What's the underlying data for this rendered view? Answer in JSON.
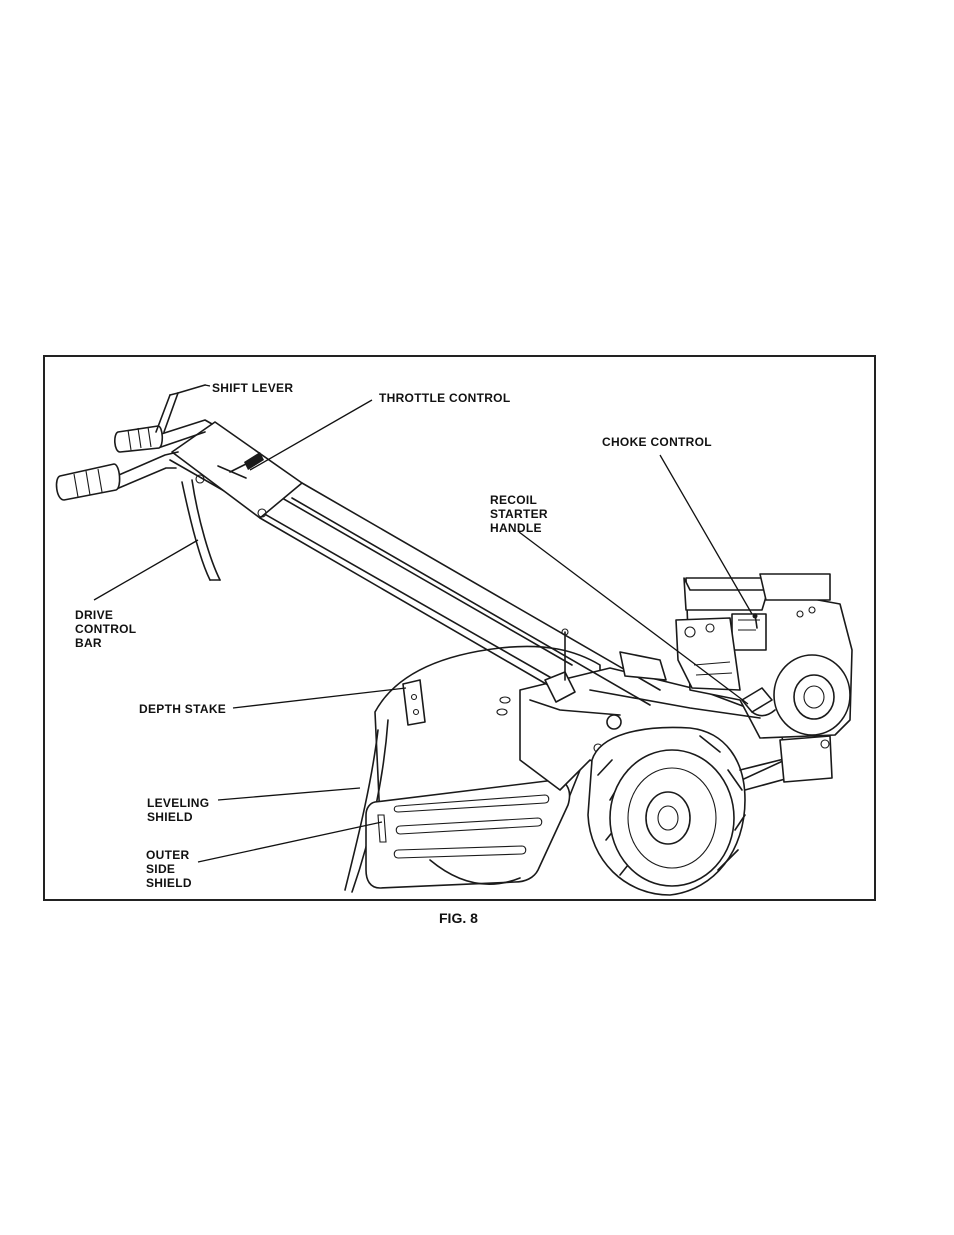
{
  "labels": {
    "shift_lever": "SHIFT LEVER",
    "throttle_control": "THROTTLE CONTROL",
    "choke_control": "CHOKE CONTROL",
    "recoil_starter_handle": "RECOIL\nSTARTER\nHANDLE",
    "drive_control_bar": "DRIVE\nCONTROL\nBAR",
    "depth_stake": "DEPTH STAKE",
    "leveling_shield": "LEVELING\nSHIELD",
    "outer_side_shield": "OUTER\nSIDE\nSHIELD"
  },
  "caption": "FIG. 8"
}
